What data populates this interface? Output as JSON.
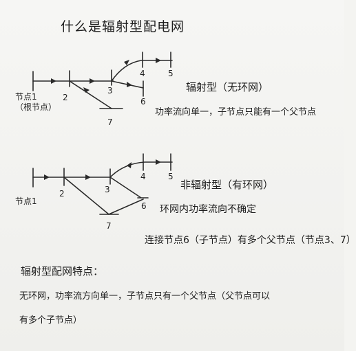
{
  "title": "什么是辐射型配电网",
  "diagram1": {
    "label": "辐射型（无环网）",
    "description": "功率流向单一，子节点只能有一个父节点",
    "source_label_line1": "节点1",
    "source_label_line2": "（根节点）",
    "nodes": [
      "2",
      "3",
      "4",
      "5",
      "6",
      "7"
    ]
  },
  "diagram2": {
    "label": "非辐射型（有环网）",
    "description_line1": "环网内功率流向不确定",
    "description_line2": "连接节点6（子节点）有多个父节点（节点3、7）",
    "source_label": "节点1",
    "nodes": [
      "2",
      "3",
      "4",
      "5",
      "6",
      "7"
    ]
  },
  "features": {
    "title": "辐射型配网特点：",
    "line1": "无环网，功率流方向单一，子节点只有一个父节点（父节点可以",
    "line2": "有多个子节点）"
  }
}
